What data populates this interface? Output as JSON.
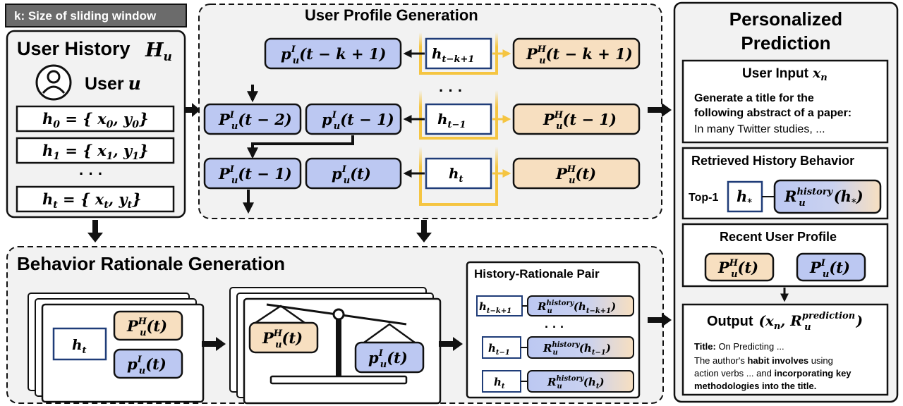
{
  "window_label": "k: Size of sliding window",
  "user_history": {
    "title": "User History",
    "title_symbol": "H",
    "title_sub": "u",
    "user_label": "User",
    "user_symbol": "u",
    "items": [
      {
        "h": "h",
        "sub": "0",
        "rhs_x": "x",
        "rhs_xs": "0",
        "rhs_y": "y",
        "rhs_ys": "0"
      },
      {
        "h": "h",
        "sub": "1",
        "rhs_x": "x",
        "rhs_xs": "1",
        "rhs_y": "y",
        "rhs_ys": "1"
      },
      {
        "h": "h",
        "sub": "t",
        "rhs_x": "x",
        "rhs_xs": "t",
        "rhs_y": "y",
        "rhs_ys": "t"
      }
    ],
    "ellipsis": "· · ·"
  },
  "profile_gen": {
    "title": "User Profile Generation",
    "row1": {
      "p_left": "(t − k + 1)",
      "h_sub": "t−k+1",
      "p_right": "(t − k + 1)"
    },
    "ellipsis": "· · ·",
    "row2": {
      "P_left": "(t − 2)",
      "p_mid": "(t − 1)",
      "h_sub": "t−1",
      "P_right": "(t − 1)"
    },
    "row3": {
      "P_left": "(t − 1)",
      "p_mid": "(t)",
      "h_sub": "t",
      "P_right": "(t)"
    }
  },
  "rationale_gen": {
    "title": "Behavior Rationale Generation",
    "card_h_sub": "t",
    "card_PH": "(t)",
    "card_pI": "(t)",
    "scale_PH": "(t)",
    "scale_pI": "(t)",
    "pair_title": "History-Rationale Pair",
    "pairs": [
      {
        "h_sub": "t−k+1",
        "r_arg": "(h",
        "r_arg_sub": "t−k+1",
        "r_close": ")"
      },
      {
        "h_sub": "t−1",
        "r_arg": "(h",
        "r_arg_sub": "t−1",
        "r_close": ")"
      },
      {
        "h_sub": "t",
        "r_arg": "(h",
        "r_arg_sub": "t",
        "r_close": ")"
      }
    ],
    "pair_ellipsis": "· · ·"
  },
  "prediction": {
    "title_line1": "Personalized",
    "title_line2": "Prediction",
    "user_input_title": "User Input",
    "user_input_symbol": "x",
    "user_input_sub": "n",
    "prompt_line1": "Generate a title for the",
    "prompt_line2": "following abstract of a paper:",
    "prompt_line3": "In many Twitter studies, ...",
    "retrieved_title": "Retrieved History Behavior",
    "top1": "Top-1",
    "recent_title": "Recent User Profile",
    "output_title": "Output",
    "output_title_sup": "prediction",
    "out_title_label": "Title:",
    "out_title_text": " On Predicting ...",
    "out_l2a": "The author's ",
    "out_l2b": "habit involves",
    "out_l2c": " using",
    "out_l3a": "action verbs ... and ",
    "out_l3b": "incorporating key",
    "out_l4": "methodologies into the title."
  },
  "colors": {
    "blue": "#bcc8f2",
    "orange": "#f7dfc0",
    "yellow": "#f5c542",
    "panel": "#f2f2f2",
    "dark_label": "#6b6b6b"
  }
}
